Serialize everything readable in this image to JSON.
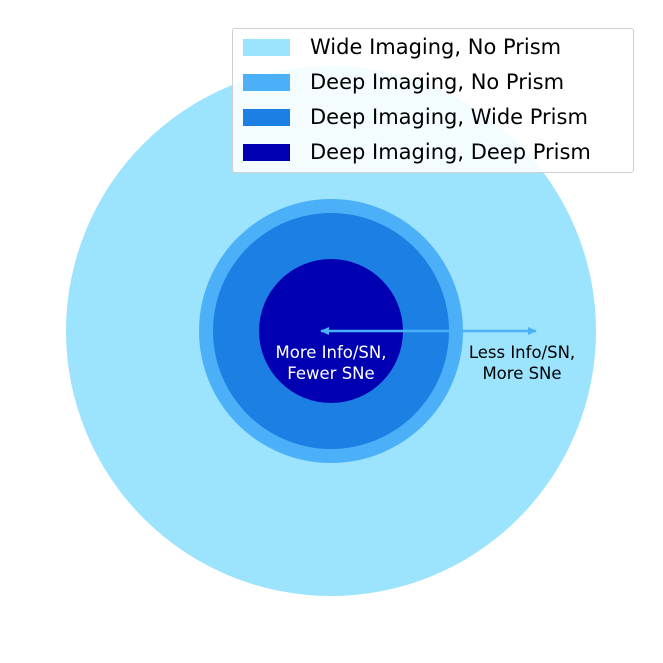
{
  "diagram": {
    "rings": [
      {
        "name": "Wide Imaging, No Prism",
        "color": "#9ce3fd"
      },
      {
        "name": "Deep Imaging, No Prism",
        "color": "#4cb0f8"
      },
      {
        "name": "Deep Imaging, Wide Prism",
        "color": "#1c7fe4"
      },
      {
        "name": "Deep Imaging, Deep Prism",
        "color": "#0000b2"
      }
    ],
    "arrow_color": "#4cb0f8",
    "inner_label": "More Info/SN,\nFewer SNe",
    "outer_label": "Less Info/SN,\nMore SNe",
    "inner_label_color": "#ffffff",
    "outer_label_color": "#000000"
  }
}
